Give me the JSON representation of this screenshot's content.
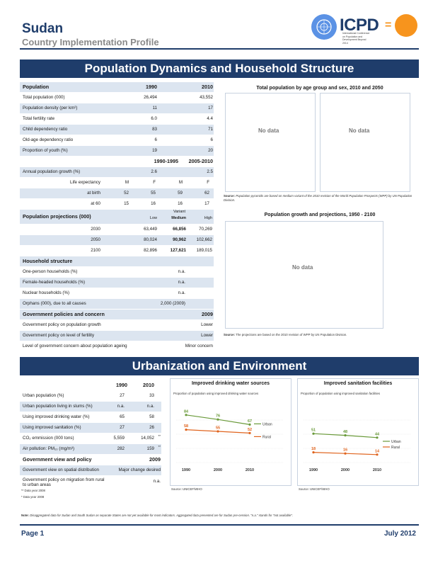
{
  "header": {
    "country": "Sudan",
    "subtitle": "Country Implementation Profile",
    "logo_text": "ICPD",
    "logo_eq": "=",
    "logo_small": "International Conference on Population and Development Beyond 2014"
  },
  "section1": {
    "title": "Population Dynamics and Household Structure"
  },
  "population": {
    "head": [
      "Population",
      "1990",
      "2010"
    ],
    "rows": [
      [
        "Total population (000)",
        "26,494",
        "43,552"
      ],
      [
        "Population density (per km²)",
        "11",
        "17"
      ],
      [
        "Total fertility rate",
        "6.0",
        "4.4"
      ],
      [
        "Child dependency ratio",
        "83",
        "71"
      ],
      [
        "Old-age dependency ratio",
        "6",
        "6"
      ],
      [
        "Proportion of youth (%)",
        "19",
        "20"
      ]
    ],
    "period_head": [
      "1990-1995",
      "2005-2010"
    ],
    "growth": [
      "Annual population growth (%)",
      "2.6",
      "2.5"
    ],
    "life_label": "Life expectancy",
    "sex_labels": [
      "M",
      "F",
      "M",
      "F"
    ],
    "at_birth": {
      "label": "at birth",
      "values": [
        "52",
        "55",
        "59",
        "62"
      ]
    },
    "at_60": {
      "label": "at 60",
      "values": [
        "15",
        "16",
        "16",
        "17"
      ]
    }
  },
  "projections": {
    "title": "Population projections (000)",
    "variant": "Variant",
    "cols": [
      "Low",
      "Medium",
      "High"
    ],
    "rows": [
      [
        "2030",
        "63,449",
        "66,856",
        "70,269"
      ],
      [
        "2050",
        "80,024",
        "90,962",
        "102,662"
      ],
      [
        "2100",
        "82,896",
        "127,621",
        "189,015"
      ]
    ]
  },
  "household": {
    "title": "Household structure",
    "rows": [
      [
        "One-person households (%)",
        "n.a."
      ],
      [
        "Female-headed households (%)",
        "n.a."
      ],
      [
        "Nuclear households (%)",
        "n.a."
      ],
      [
        "Orphans (000), due to all causes",
        "2,000 (2009)"
      ]
    ]
  },
  "policies": {
    "title": "Government policies and concern",
    "year": "2009",
    "rows": [
      [
        "Government policy on population growth",
        "Lower"
      ],
      [
        "Government policy on level of fertility",
        "Lower"
      ],
      [
        "Level of government concern about population ageing",
        "Minor concern"
      ]
    ]
  },
  "pyramid": {
    "title": "Total population by age group and sex, 2010 and 2050",
    "nodata1": "No data",
    "nodata2": "No data",
    "source_label": "Source:",
    "source": "Population pyramids are based on medium variant of the 2010 revision of the World Population Prospects (WPP) by UN Population Division."
  },
  "growth_chart": {
    "title": "Population growth and projections, 1950 - 2100",
    "nodata": "No data",
    "source_label": "Source:",
    "source": "The projections are based on the 2010 revision of WPP by UN Population Division."
  },
  "section2": {
    "title": "Urbanization and Environment"
  },
  "urban": {
    "head": [
      "1990",
      "2010"
    ],
    "rows": [
      [
        "Urban population (%)",
        "27",
        "33",
        ""
      ],
      [
        "Urban population living in slums (%)",
        "n.a.",
        "n.a.",
        ""
      ],
      [
        "Using improved drinking water (%)",
        "65",
        "58",
        ""
      ],
      [
        "Using improved sanitation (%)",
        "27",
        "26",
        ""
      ],
      [
        "CO₂ emmission (000 tons)",
        "5,559",
        "14,052",
        "**"
      ],
      [
        "Air pollution: PM₁₀ (mg/m³)",
        "282",
        "159",
        "**"
      ]
    ],
    "gov_title": "Government view and policy",
    "gov_year": "2009",
    "gov_rows": [
      [
        "Government view on spatial distribution",
        "Major change desired"
      ],
      [
        "Government policy on migration from rural to urban areas",
        "n.a."
      ]
    ],
    "notes": [
      "** Data year 2008",
      "* Data year 2008"
    ]
  },
  "water_chart": {
    "title": "Improved drinking water sources",
    "subtitle": "Proportion of population using improved drinking water sources",
    "source": "Source: UNICEF/WHO"
  },
  "sanitation_chart": {
    "title": "Improved sanitation facilities",
    "subtitle": "Proportion of population using improved sanitation facilities",
    "source": "Source: UNICEF/WHO"
  },
  "chart_data": [
    {
      "type": "line",
      "title": "Improved drinking water sources",
      "x": [
        "1990",
        "2000",
        "2010"
      ],
      "series": [
        {
          "name": "Urban",
          "values": [
            84,
            76,
            67
          ],
          "color": "#6a9a3a"
        },
        {
          "name": "Rural",
          "values": [
            58,
            55,
            52
          ],
          "color": "#e0641e"
        }
      ]
    },
    {
      "type": "line",
      "title": "Improved sanitation facilities",
      "x": [
        "1990",
        "2000",
        "2010"
      ],
      "series": [
        {
          "name": "Urban",
          "values": [
            51,
            48,
            44
          ],
          "color": "#6a9a3a"
        },
        {
          "name": "Rural",
          "values": [
            18,
            16,
            14
          ],
          "color": "#e0641e"
        }
      ]
    }
  ],
  "note": {
    "label": "Note:",
    "text": "Disaggregated data for Sudan and South Sudan as separate States are not yet available for most indicators. Aggregated data presented are for Sudan pre-cession. \"n.a.\" stands for \"not available\"."
  },
  "footer": {
    "page": "Page 1",
    "date": "July 2012"
  }
}
